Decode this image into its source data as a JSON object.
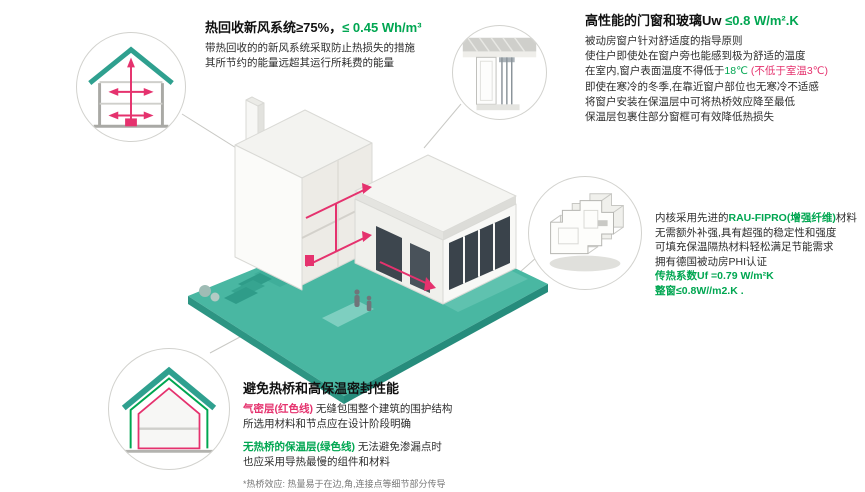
{
  "colors": {
    "teal_base": "#49b7a2",
    "teal_roof": "#2fa08f",
    "green_accent": "#00a651",
    "red_accent": "#e5326e",
    "text_dark": "#222222"
  },
  "blocks": {
    "ventilation": {
      "title_black": "热回收新风系统≥75%，",
      "title_green": "≤ 0.45 Wh/m³",
      "line1": "带热回收的的新风系统采取防止热损失的措施",
      "line2": "其所节约的能量远超其运行所耗费的能量"
    },
    "window": {
      "title_black": "高性能的门窗和玻璃Uw ",
      "title_green": "≤0.8 W/m².K",
      "line1": "被动房窗户针对舒适度的指导原则",
      "line2": "使住户即使处在窗户旁也能感到极为舒适的温度",
      "line3_black": "在室内,窗户表面温度不得低于",
      "line3_green": "18℃",
      "line3_red": " (不低于室温3℃)",
      "line4": "即使在寒冷的冬季,在靠近窗户部位也无寒冷不适感",
      "line5": "将窗户安装在保温层中可将热桥效应降至最低",
      "line6": "保温层包裹住部分窗框可有效降低热损失"
    },
    "profile": {
      "line1_a": "内核采用先进的",
      "line1_green": "RAU-FIPRO(增强纤维)",
      "line1_b": "材料",
      "line2": "无需额外补强,具有超强的稳定性和强度",
      "line3": "可填充保温隔热材料轻松满足节能需求",
      "line4": "拥有德国被动房PHI认证",
      "line5": "传热系数Uf =0.79 W/m²K",
      "line6": "整窗≤0.8W//m2.K ."
    },
    "thermal": {
      "title": "避免热桥和高保温密封性能",
      "p1_red": "气密层(红色线)",
      "p1_rest": " 无缝包围整个建筑的围护结构",
      "p1_line2": "所选用材料和节点应在设计阶段明确",
      "p2_green": "无热桥的保温层(绿色线)",
      "p2_rest": " 无法避免渗漏点时",
      "p2_line2": "也应采用导热最慢的组件和材料",
      "footnote": "*热桥效应: 热量易于在边,角,连接点等细节部分传导"
    }
  },
  "illustrations": {
    "center": "isometric-passive-house",
    "top_left": "ventilation-cross-section",
    "top_right": "window-glazing-section",
    "mid_right": "window-frame-profile",
    "bottom_left": "thermal-envelope-cross-section"
  }
}
